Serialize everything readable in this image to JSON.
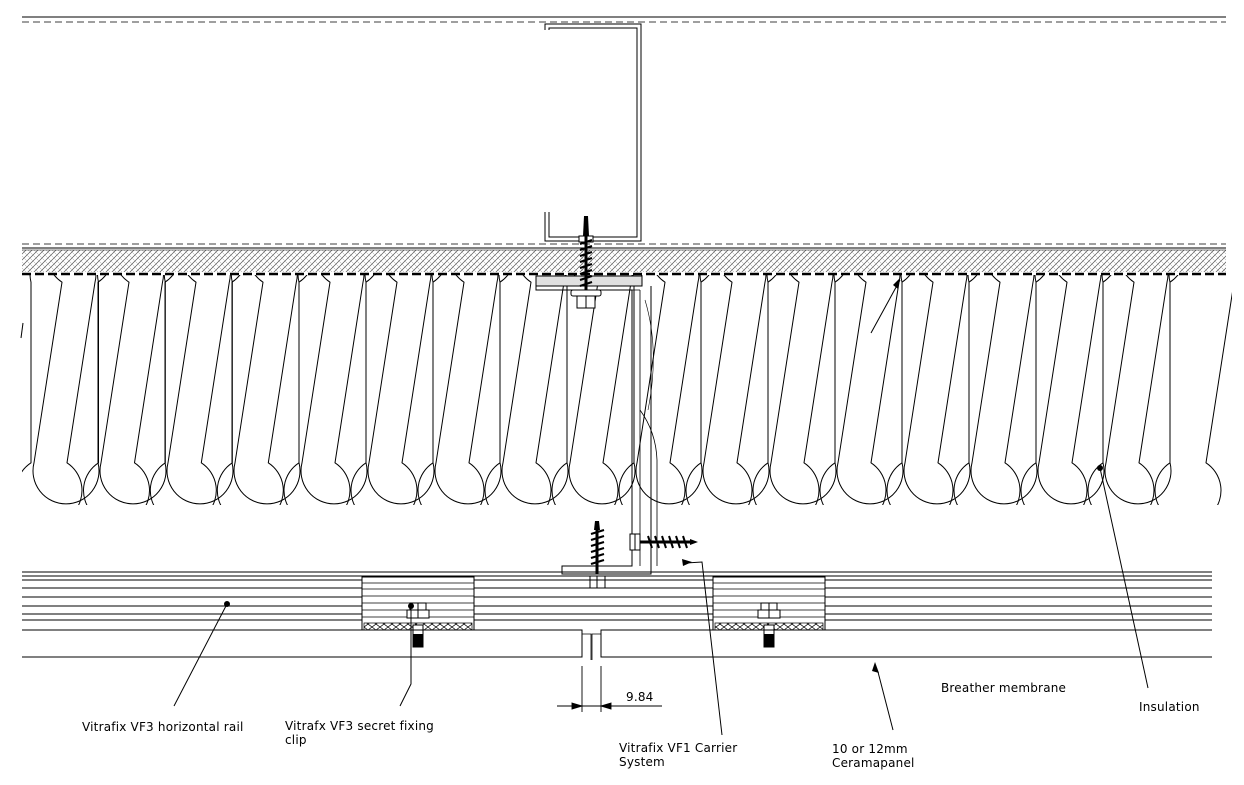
{
  "labels": {
    "rail": "Vitrafix VF3 horizontal rail",
    "clip_line1": "Vitrafx VF3 secret fixing",
    "clip_line2": "clip",
    "carrier_line1": "Vitrafix VF1 Carrier",
    "carrier_line2": "System",
    "panel_line1": "10 or 12mm",
    "panel_line2": "Ceramapanel",
    "membrane": "Breather membrane",
    "insulation": "Insulation",
    "dimension": "9.84"
  }
}
